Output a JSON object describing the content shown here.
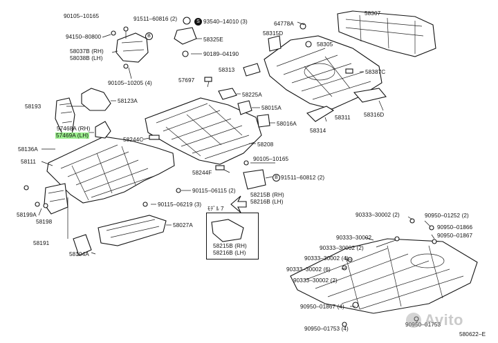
{
  "labels": {
    "p90105_10165_top": "90105–10165",
    "p91511_60816": "91511–60816 (2)",
    "p93540_14010": "93540–14010 (3)",
    "p64778A": "64778A",
    "p58307": "58307",
    "p94150_80800": "94150–80800",
    "p58325E": "58325E",
    "p58315D": "58315D",
    "p58305": "58305",
    "p58037B": "58037B (RH)",
    "p58038B": "58038B (LH)",
    "p90189_04190": "90189–04190",
    "p58313": "58313",
    "p58387C": "58387C",
    "p90105_10205": "90105–10205 (4)",
    "p57697": "57697",
    "p58225A": "58225A",
    "p58193": "58193",
    "p58123A": "58123A",
    "p58015A": "58015A",
    "p58316D": "58316D",
    "p58311": "58311",
    "p58016A": "58016A",
    "p58314": "58314",
    "p57468A": "57468A (RH)",
    "p57469A": "57469A (LH)",
    "p58244C": "58244C",
    "p58208": "58208",
    "p58136A": "58136A",
    "p90105_10165_mid": "90105–10165",
    "p58111": "58111",
    "p58244F": "58244F",
    "p91511_60812": "91511–60812 (2)",
    "p90115_06115": "90115–06115 (2)",
    "p58215B_rh_main": "58215B (RH)",
    "p58216B_lh_main": "58216B (LH)",
    "p90115_06219": "90115–06219 (3)",
    "p58199A": "58199A",
    "p58198": "58198",
    "p58027A": "58027A",
    "p58191": "58191",
    "p58104A": "58104A",
    "inset_title": "ﾓﾃﾞﾙ 7",
    "p58215B_rh_inset": "58215B (RH)",
    "p58216B_lh_inset": "58216B (LH)",
    "p90333_30002_a": "90333–30002 (2)",
    "p90950_01252": "90950–01252 (2)",
    "p90950_01866": "90950–01866",
    "p90950_01867_top": "90950–01867",
    "p90333_30002_b": "90333–30002",
    "p90333_30002_c": "90333–30002 (2)",
    "p90333_30002_d": "90333–30002 (4)",
    "p90333_30002_e": "90333–30002 (6)",
    "p90333_30002_f": "90333–30002 (2)",
    "p90950_01867_bot": "90950–01867 (4)",
    "p90950_01753_left": "90950–01753 (4)",
    "p90950_01753_right": "90950–01753",
    "ref_code": "580622–E",
    "watermark": "Avito"
  },
  "badges": {
    "s": "S",
    "b": "B"
  },
  "colors": {
    "highlight": "#9cf08e",
    "ink": "#111111"
  }
}
